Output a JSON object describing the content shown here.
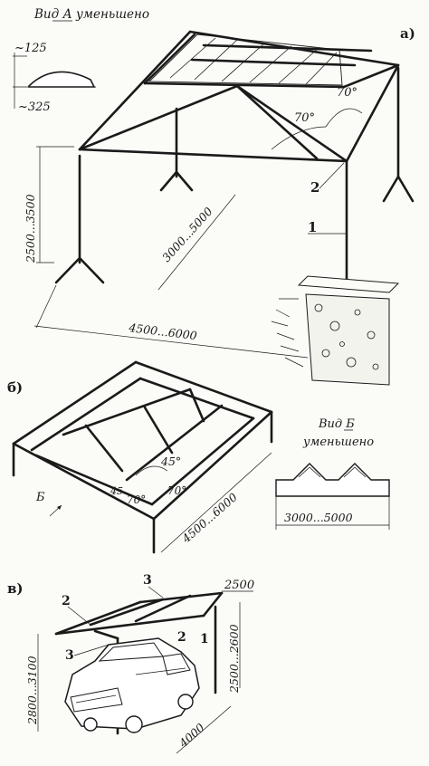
{
  "panel_a": {
    "label": "а)",
    "view_a_title": "Вид А уменьшено",
    "dim_height_small": "~125",
    "dim_width_small": "~325",
    "dim_height": "2500...3500",
    "dim_depth": "3000...5000",
    "dim_length": "4500...6000",
    "angle_1": "70°",
    "angle_2": "70°",
    "callout_1": "1",
    "callout_2": "2"
  },
  "panel_b": {
    "label": "б)",
    "view_b_title_line1": "Вид Б",
    "view_b_title_line2": "уменьшено",
    "dim_width_view": "3000...5000",
    "dim_length": "4500...6000",
    "angle_45_top": "45°",
    "angle_45_small": "45",
    "angle_70_a": "70°",
    "angle_70_b": "70°",
    "view_arrow_letter": "Б"
  },
  "panel_c": {
    "label": "в)",
    "dim_top": "2500",
    "dim_height_right": "2500...2600",
    "dim_height_left": "2800...3100",
    "dim_depth": "4000",
    "callout_2a": "2",
    "callout_2b": "2",
    "callout_3a": "3",
    "callout_3b": "3",
    "callout_1": "1"
  }
}
